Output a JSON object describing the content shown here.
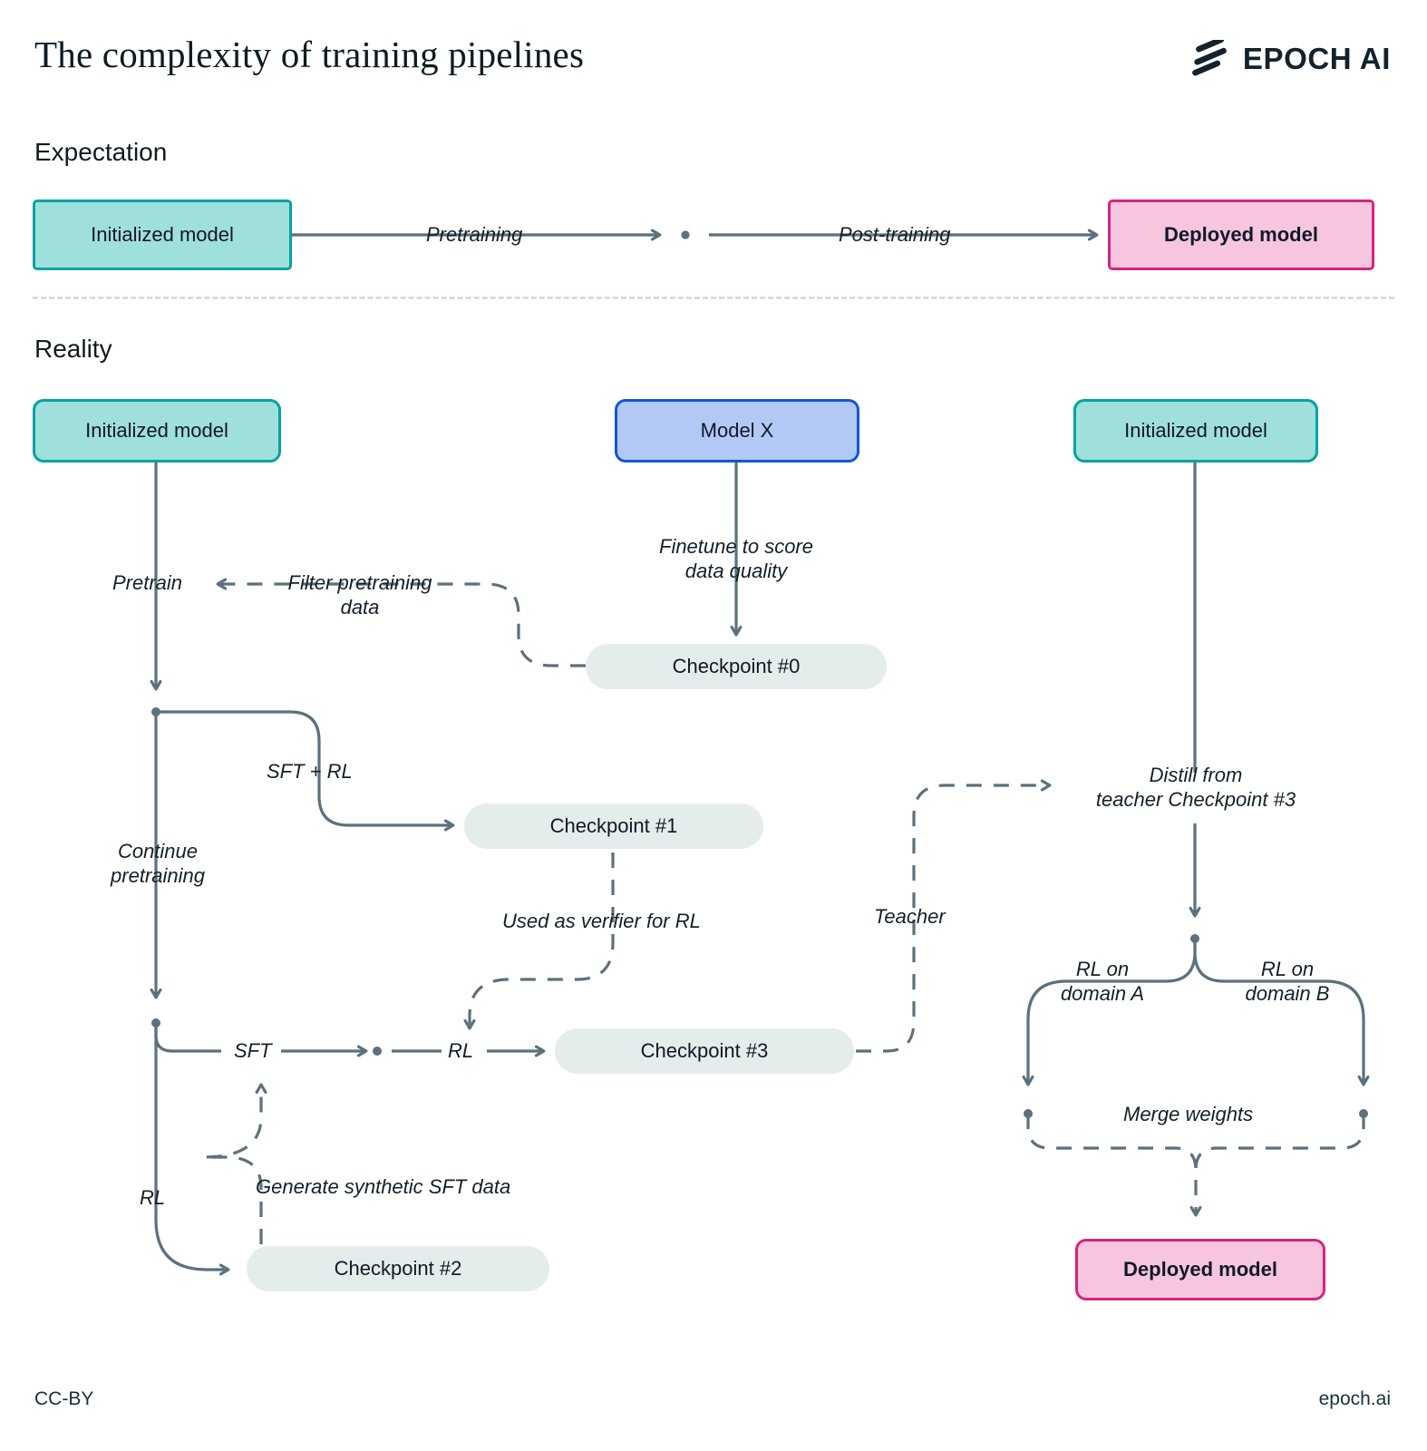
{
  "header": {
    "title": "The complexity of training pipelines",
    "logo_text": "EPOCH AI",
    "logo_mark": "epoch-slashes-icon"
  },
  "sections": {
    "expectation_label": "Expectation",
    "reality_label": "Reality"
  },
  "colors": {
    "teal_fill": "#9fdfdc",
    "teal_border": "#00a3a4",
    "pink_fill": "#f7c6de",
    "pink_border": "#d8237f",
    "blue_fill": "#b2c9f6",
    "blue_border": "#1156d6",
    "checkpoint_fill": "#e4edeb",
    "wire": "#5b717c",
    "divider": "#d5dde0"
  },
  "expectation": {
    "nodes": [
      {
        "id": "init",
        "label": "Initialized model",
        "style": "teal"
      },
      {
        "id": "deployed",
        "label": "Deployed model",
        "style": "pink"
      }
    ],
    "edges": [
      {
        "id": "pretraining",
        "label": "Pretraining",
        "style": "solid"
      },
      {
        "id": "post-training",
        "label": "Post-training",
        "style": "solid"
      }
    ]
  },
  "reality": {
    "nodes": [
      {
        "id": "init-left",
        "label": "Initialized model",
        "style": "teal"
      },
      {
        "id": "model-x",
        "label": "Model X",
        "style": "blue"
      },
      {
        "id": "init-right",
        "label": "Initialized model",
        "style": "teal"
      },
      {
        "id": "ckpt0",
        "label": "Checkpoint #0",
        "style": "checkpoint"
      },
      {
        "id": "ckpt1",
        "label": "Checkpoint #1",
        "style": "checkpoint"
      },
      {
        "id": "ckpt2",
        "label": "Checkpoint #2",
        "style": "checkpoint"
      },
      {
        "id": "ckpt3",
        "label": "Checkpoint #3",
        "style": "checkpoint"
      },
      {
        "id": "deployed",
        "label": "Deployed model",
        "style": "pink"
      }
    ],
    "edges": [
      {
        "id": "pretrain",
        "label": "Pretrain",
        "style": "solid"
      },
      {
        "id": "filter-pretraining-data",
        "label": "Filter pretraining\ndata",
        "style": "dashed"
      },
      {
        "id": "finetune-score",
        "label": "Finetune to score\ndata quality",
        "style": "solid"
      },
      {
        "id": "sft-rl",
        "label": "SFT + RL",
        "style": "solid"
      },
      {
        "id": "continue-pretraining",
        "label": "Continue\npretraining",
        "style": "solid"
      },
      {
        "id": "verifier",
        "label": "Used as verifier for RL",
        "style": "dashed"
      },
      {
        "id": "sft",
        "label": "SFT",
        "style": "solid"
      },
      {
        "id": "rl-mid",
        "label": "RL",
        "style": "solid"
      },
      {
        "id": "rl-down",
        "label": "RL",
        "style": "solid"
      },
      {
        "id": "synthetic-sft",
        "label": "Generate synthetic SFT data",
        "style": "dashed"
      },
      {
        "id": "teacher",
        "label": "Teacher",
        "style": "dashed"
      },
      {
        "id": "distill",
        "label": "Distill from\nteacher Checkpoint #3",
        "style": "solid"
      },
      {
        "id": "rl-domain-a",
        "label": "RL on\ndomain A",
        "style": "solid"
      },
      {
        "id": "rl-domain-b",
        "label": "RL on\ndomain B",
        "style": "solid"
      },
      {
        "id": "merge-weights",
        "label": "Merge weights",
        "style": "dashed"
      }
    ]
  },
  "footer": {
    "license": "CC-BY",
    "site": "epoch.ai"
  }
}
